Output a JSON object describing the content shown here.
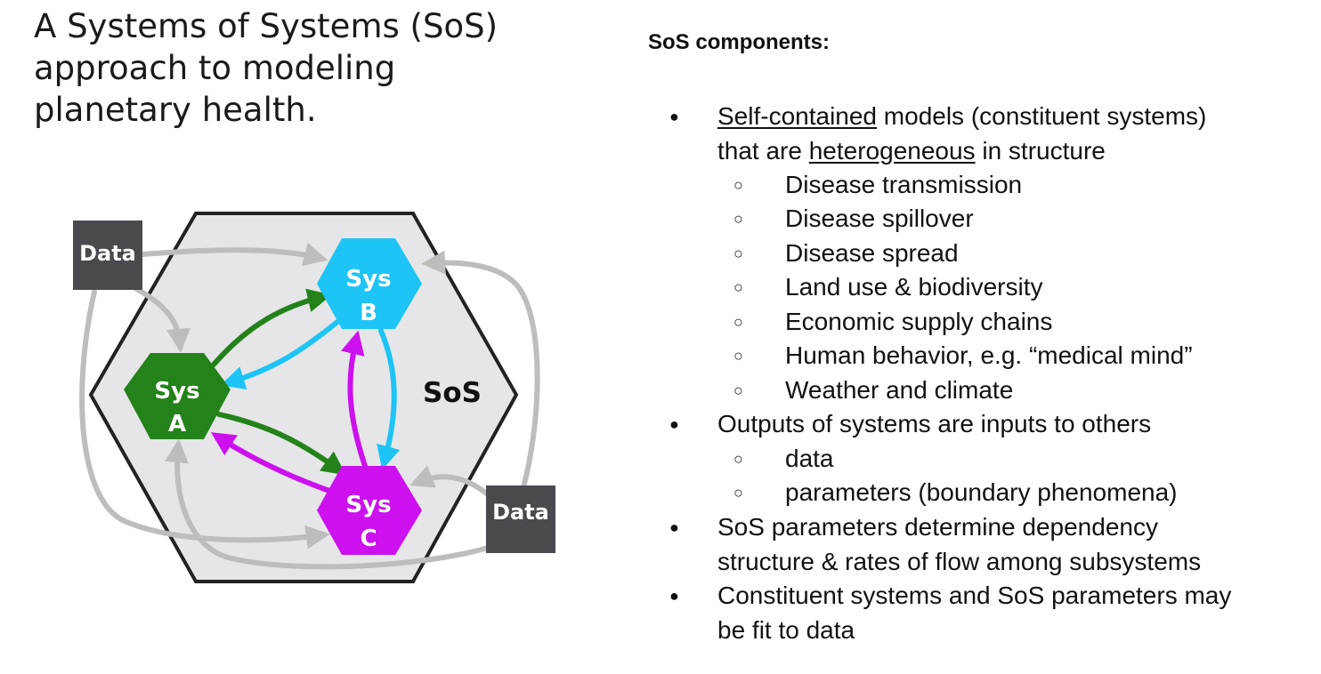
{
  "title": {
    "line1": "A Systems of Systems (SoS)",
    "line2": "approach to modeling",
    "line3": "planetary health."
  },
  "diagram": {
    "sos_label": "SoS",
    "sys_a": {
      "line1": "Sys",
      "line2": "A",
      "color": "#238219"
    },
    "sys_b": {
      "line1": "Sys",
      "line2": "B",
      "color": "#1ec4f6"
    },
    "sys_c": {
      "line1": "Sys",
      "line2": "C",
      "color": "#cc11ee"
    },
    "data_top": "Data",
    "data_right": "Data",
    "arrow_color": "#bdbdbd",
    "hex_fill": "#e6e6e8"
  },
  "panel": {
    "heading": "SoS components:",
    "b1_u1": "Self-contained",
    "b1_rest1": " models (constituent systems)",
    "b1_pre2": "that are ",
    "b1_u2": "heterogeneous",
    "b1_rest2": " in structure",
    "sub1": [
      "Disease transmission",
      "Disease spillover",
      "Disease spread",
      "Land use & biodiversity",
      "Economic supply chains",
      "Human behavior, e.g. “medical mind”",
      "Weather and climate"
    ],
    "b2": "Outputs of systems are inputs to others",
    "sub2": [
      "data",
      "parameters (boundary phenomena)"
    ],
    "b3_l1": "SoS parameters determine dependency",
    "b3_l2": "structure & rates of flow among subsystems",
    "b4_l1": "Constituent systems and SoS parameters may",
    "b4_l2": "be fit to data",
    "bullet_glyph": "●",
    "sub_glyph": "○"
  }
}
